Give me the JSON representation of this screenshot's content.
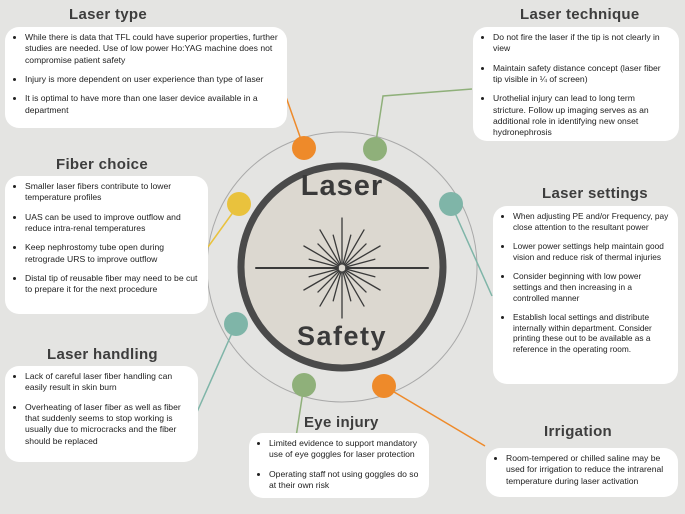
{
  "center": {
    "line1": "Laser",
    "line2": "Safety"
  },
  "colors": {
    "orange": "#ee8a2a",
    "green": "#8fb07a",
    "teal": "#7fb5a8",
    "yellow": "#e9c23d",
    "ring": "#4a4a4a",
    "disc": "#dcd8d0"
  },
  "sections": {
    "laser_type": {
      "title": "Laser type",
      "items": [
        "While there is data that TFL could have superior properties, further studies are needed. Use of low power Ho:YAG machine does not compromise patient safety",
        "Injury is more dependent on user experience than type of laser",
        "It is optimal to have more than one laser device available in a department"
      ]
    },
    "laser_technique": {
      "title": "Laser technique",
      "items": [
        "Do not fire the laser if the tip is not clearly in view",
        "Maintain safety distance concept (laser fiber tip visible in ¼ of screen)",
        "Urothelial injury can lead to long term stricture. Follow up imaging serves as an additional role in identifying new onset hydronephrosis"
      ]
    },
    "fiber_choice": {
      "title": "Fiber choice",
      "items": [
        "Smaller laser fibers contribute to lower temperature profiles",
        "UAS can be used to improve outflow and reduce intra-renal temperatures",
        "Keep nephrostomy tube open during retrograde URS to improve outflow",
        "Distal tip of reusable fiber may need to be cut to prepare it for the next procedure"
      ]
    },
    "laser_settings": {
      "title": "Laser settings",
      "items": [
        "When adjusting PE and/or Frequency, pay close attention to the resultant power",
        "Lower power settings help maintain good vision and reduce risk of thermal injuries",
        "Consider beginning with low power settings and then increasing in a controlled manner",
        "Establish local settings and distribute internally within department. Consider printing these out to be available as a reference in the operating room."
      ]
    },
    "laser_handling": {
      "title": "Laser handling",
      "items": [
        "Lack of careful laser fiber handling can easily result in skin burn",
        "Overheating of laser fiber as well as fiber that suddenly seems to stop working is usually due to microcracks and the fiber should be replaced"
      ]
    },
    "eye_injury": {
      "title": "Eye injury",
      "items": [
        "Limited evidence to support mandatory use of eye goggles for laser protection",
        "Operating staff not using goggles do so at their own risk"
      ]
    },
    "irrigation": {
      "title": "Irrigation",
      "items": [
        "Room-tempered or chilled saline may be used for irrigation to reduce the intrarenal temperature during laser activation"
      ]
    }
  }
}
